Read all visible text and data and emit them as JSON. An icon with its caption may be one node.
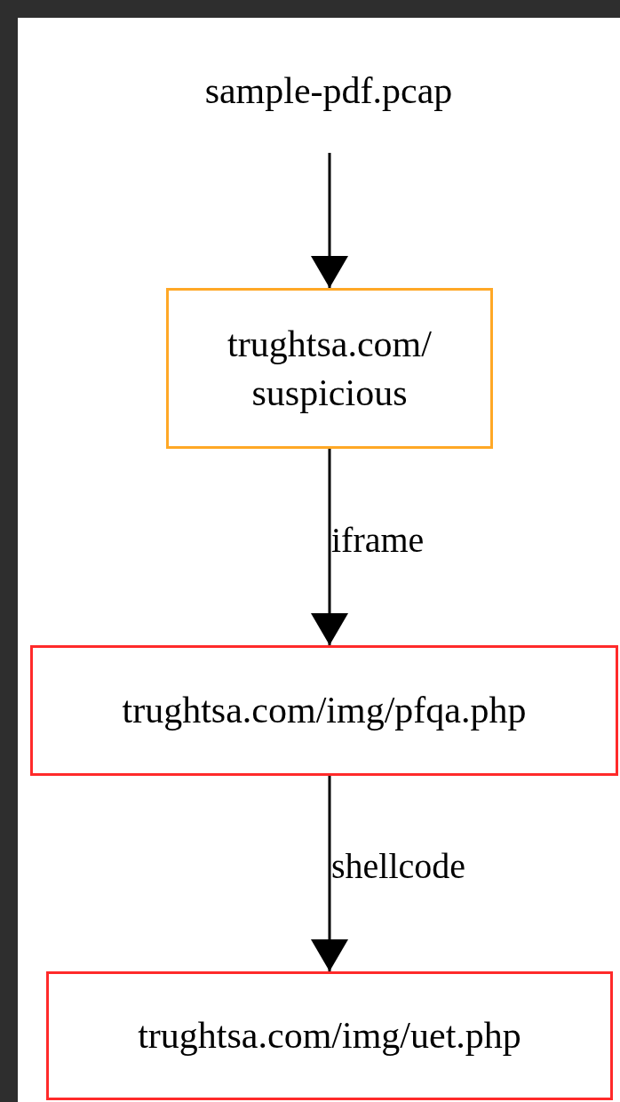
{
  "diagram": {
    "nodes": [
      {
        "text": [
          "sample-pdf.pcap"
        ]
      },
      {
        "text": [
          "trughtsa.com/ suspicious"
        ]
      },
      {
        "text": [
          "trughtsa.com/img/pfqa.php"
        ]
      },
      {
        "text": [
          "trughtsa.com/img/uet.php"
        ]
      }
    ],
    "edges": [
      {
        "from": 0,
        "to": 1,
        "arrow": "to"
      },
      {
        "from": 1,
        "to": 2,
        "arrow": "to",
        "label": "iframe"
      },
      {
        "from": 2,
        "to": 3,
        "arrow": "to",
        "label": "shellcode"
      }
    ]
  }
}
